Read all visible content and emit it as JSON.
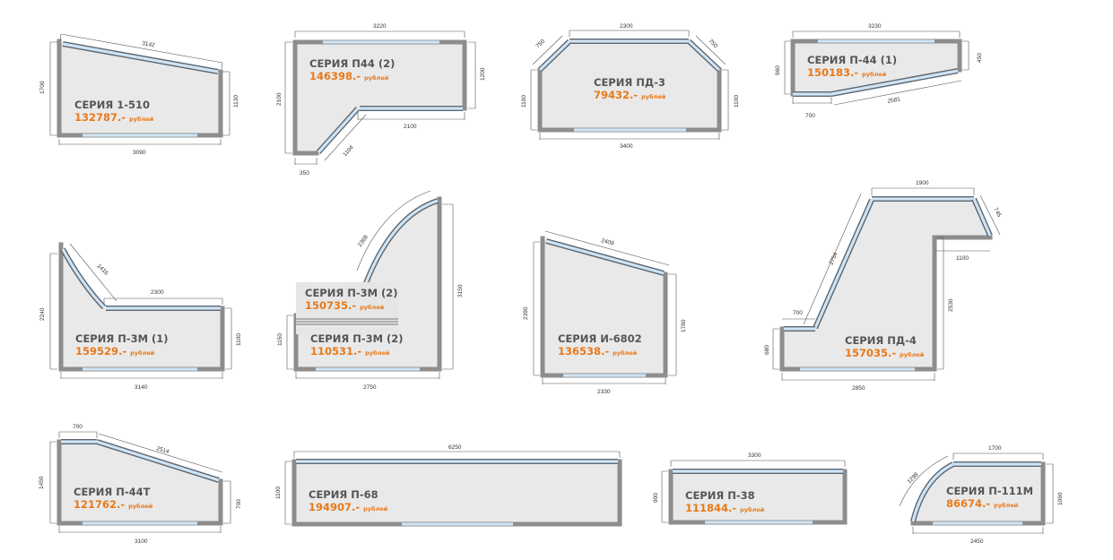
{
  "cards": [
    {
      "series": "СЕРИЯ  1-510",
      "price": "132787.-",
      "currency": "рублей",
      "dims": [
        "3142",
        "1700",
        "1130",
        "3090"
      ]
    },
    {
      "series": "СЕРИЯ  П44 (2)",
      "price": "146398.-",
      "currency": "рублей",
      "dims": [
        "3220",
        "2100",
        "1200",
        "2100",
        "1104",
        "350"
      ]
    },
    {
      "series": "СЕРИЯ  ПД-3",
      "price": "79432.-",
      "currency": "рублей",
      "dims": [
        "2300",
        "750",
        "750",
        "1100",
        "1100",
        "3400"
      ]
    },
    {
      "series": "СЕРИЯ  П-44 (1)",
      "price": "150183.-",
      "currency": "рублей",
      "dims": [
        "3230",
        "960",
        "450",
        "700",
        "2581"
      ]
    },
    {
      "series": "СЕРИЯ  П-3М (1)",
      "price": "159529.-",
      "currency": "рублей",
      "dims": [
        "1416",
        "2300",
        "2240",
        "1100",
        "3140"
      ]
    },
    {
      "series": "СЕРИЯ  П-3М (2)",
      "price": "110531.-",
      "currency": "рублей",
      "dims": [
        "2368",
        "3150",
        "1150",
        "2750"
      ]
    },
    {
      "series": "СЕРИЯ  И-6802",
      "price": "136538.-",
      "currency": "рублей",
      "dims": [
        "2409",
        "2390",
        "1780",
        "2330"
      ]
    },
    {
      "series": "СЕРИЯ  ПД-4",
      "price": "157035.-",
      "currency": "рублей",
      "dims": [
        "1900",
        "745",
        "1100",
        "2754",
        "2530",
        "700",
        "680",
        "2850"
      ]
    },
    {
      "series": "СЕРИЯ  П-44Т",
      "price": "121762.-",
      "currency": "рублей",
      "dims": [
        "700",
        "2514",
        "1450",
        "700",
        "3100"
      ]
    },
    {
      "series": "СЕРИЯ  П-68",
      "price": "194907.-",
      "currency": "рублей",
      "dims": [
        "6250",
        "1100"
      ]
    },
    {
      "series": "СЕРИЯ  П-38",
      "price": "111844.-",
      "currency": "рублей",
      "dims": [
        "3300",
        "900"
      ]
    },
    {
      "series": "СЕРИЯ  П-111М",
      "price": "86674.-",
      "currency": "рублей",
      "dims": [
        "1700",
        "1298",
        "1060",
        "2450"
      ]
    }
  ],
  "overlay": {
    "series": "СЕРИЯ  П-3М (2)",
    "price": "150735.-",
    "currency": "рублей"
  },
  "colors": {
    "accent": "#e8791a",
    "label": "#555555",
    "frame": "#8d8d8d",
    "fill": "#e9e9e9",
    "glass": "#cfe4f4"
  }
}
